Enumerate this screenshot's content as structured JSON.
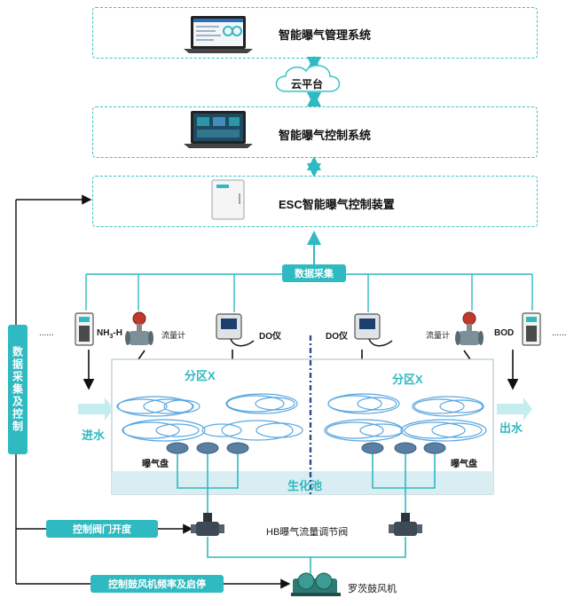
{
  "top_system": {
    "title": "智能曝气管理系统"
  },
  "cloud": {
    "label": "云平台"
  },
  "control_system": {
    "title": "智能曝气控制系统"
  },
  "device": {
    "title": "ESC智能曝气控制装置"
  },
  "data_collection": {
    "label": "数据采集"
  },
  "side_bar": {
    "label": "数据采集及控制"
  },
  "sensors_left": {
    "ellipsis": "......",
    "nh3_prefix": "NH",
    "nh3_sub": "3",
    "nh3_suffix": "-H",
    "flow": "流量计",
    "do": "DO仪"
  },
  "sensors_right": {
    "do": "DO仪",
    "flow": "流量计",
    "bod": "BOD",
    "ellipsis": "......"
  },
  "zones": {
    "left": "分区X",
    "right": "分区X"
  },
  "inlet": {
    "label": "进水"
  },
  "outlet": {
    "label": "出水"
  },
  "diffuser": {
    "left": "曝气盘",
    "right": "曝气盘"
  },
  "tank": {
    "label": "生化池"
  },
  "valve_control": {
    "label": "控制阀门开度"
  },
  "valve": {
    "label": "HB曝气流量调节阀"
  },
  "blower_control": {
    "label": "控制鼓风机频率及启停"
  },
  "blower": {
    "label": "罗茨鼓风机"
  },
  "colors": {
    "accent": "#2fb9c0",
    "dash": "#35c3c8",
    "diffuser": "#5b7fa3",
    "tank_fill": "#d8eef3"
  }
}
